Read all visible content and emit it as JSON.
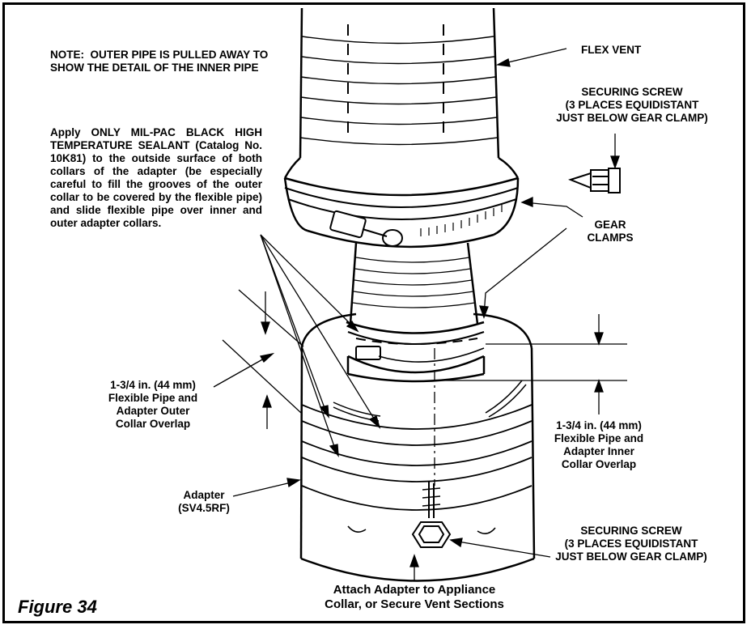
{
  "figure_label": "Figure 34",
  "labels": {
    "note": "NOTE:  OUTER PIPE IS PULLED AWAY TO\nSHOW THE DETAIL OF THE INNER PIPE",
    "flex_vent": "FLEX VENT",
    "securing_screw_top": "SECURING SCREW\n(3 PLACES EQUIDISTANT\nJUST BELOW GEAR CLAMP)",
    "sealant_instruction": "Apply ONLY MIL-PAC BLACK HIGH TEMPERATURE SEALANT (Catalog No. 10K81) to the outside surface of both collars of the adapter (be especially careful to fill the grooves of the outer collar to be covered by the flexible pipe) and slide flexible pipe over inner and outer adapter collars.",
    "gear_clamps": "GEAR\nCLAMPS",
    "outer_overlap": "1-3/4 in. (44 mm)\nFlexible Pipe and\nAdapter Outer\nCollar Overlap",
    "inner_overlap": "1-3/4 in. (44 mm)\nFlexible Pipe and\nAdapter Inner\nCollar Overlap",
    "adapter": "Adapter\n(SV4.5RF)",
    "securing_screw_bottom": "SECURING SCREW\n(3 PLACES EQUIDISTANT\nJUST BELOW GEAR CLAMP)",
    "attach_instruction": "Attach Adapter to Appliance\nCollar, or Secure Vent Sections"
  }
}
